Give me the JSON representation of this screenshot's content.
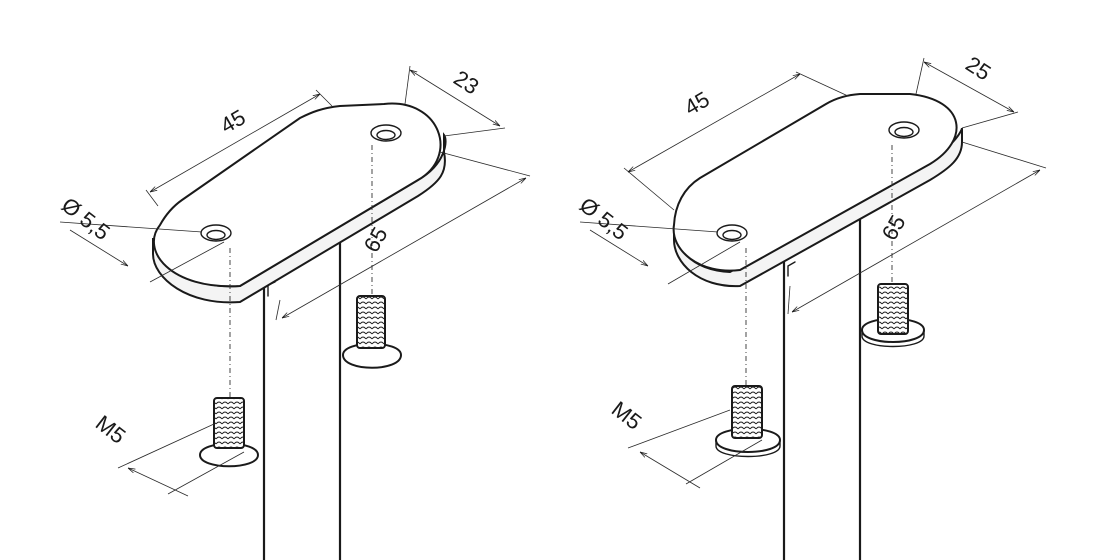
{
  "left_part": {
    "length": "45",
    "width": "23",
    "hole": "Ø 5,5",
    "spacing": "65",
    "thread": "M5"
  },
  "right_part": {
    "length": "45",
    "width": "25",
    "hole": "Ø 5,5",
    "spacing": "65",
    "thread": "M5"
  }
}
